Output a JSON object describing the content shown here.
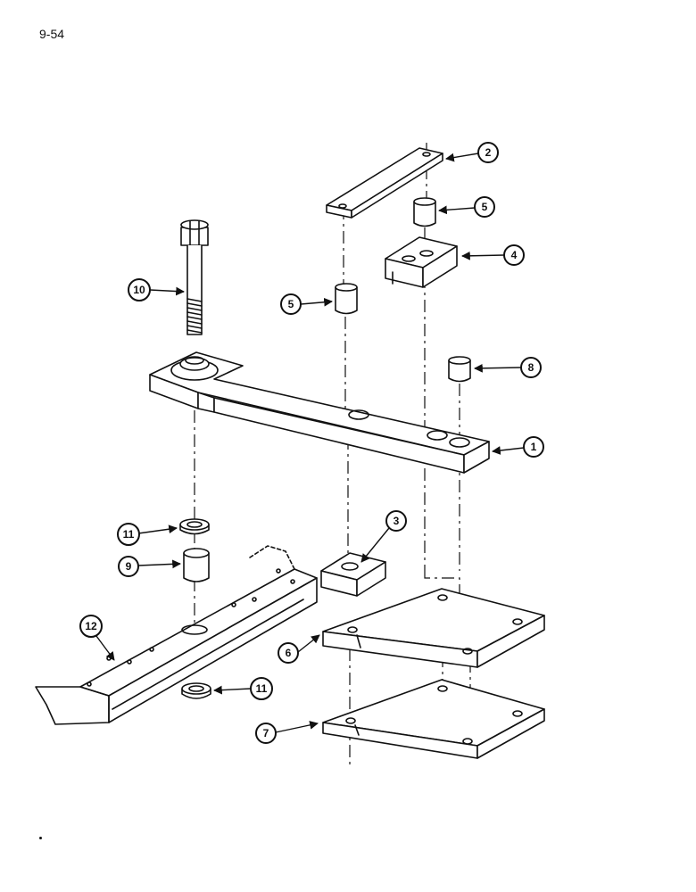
{
  "page": {
    "number": "9-54"
  },
  "callouts": [
    {
      "id": "c1",
      "label": "1"
    },
    {
      "id": "c2",
      "label": "2"
    },
    {
      "id": "c3",
      "label": "3"
    },
    {
      "id": "c4",
      "label": "4"
    },
    {
      "id": "c5a",
      "label": "5"
    },
    {
      "id": "c5b",
      "label": "5"
    },
    {
      "id": "c6",
      "label": "6"
    },
    {
      "id": "c7",
      "label": "7"
    },
    {
      "id": "c8",
      "label": "8"
    },
    {
      "id": "c9",
      "label": "9"
    },
    {
      "id": "c10",
      "label": "10"
    },
    {
      "id": "c11a",
      "label": "11"
    },
    {
      "id": "c11b",
      "label": "11"
    },
    {
      "id": "c12",
      "label": "12"
    }
  ]
}
